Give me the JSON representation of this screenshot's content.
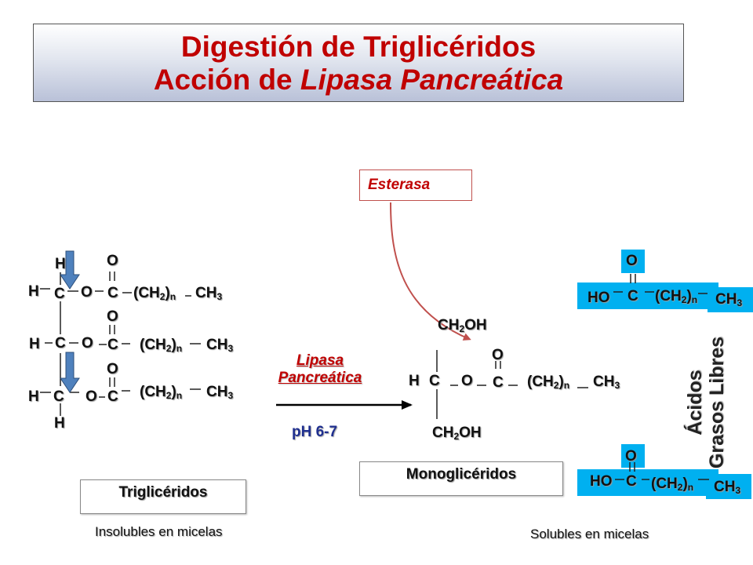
{
  "title": {
    "line1": "Digestión de Triglicéridos",
    "line2_plain": "Acción de ",
    "line2_italic": "Lipasa Pancreática"
  },
  "enzyme": {
    "name": "Esterasa"
  },
  "reaction": {
    "enzyme_line1": "Lipasa",
    "enzyme_line2": "Pancreática",
    "condition": "pH 6-7"
  },
  "triglyceride": {
    "H": "H",
    "C": "C",
    "O": "O",
    "chain": "(CH",
    "sub2": "2",
    "subn": "n",
    "ch3": "CH",
    "sub3": "3",
    "label": "Triglicéridos",
    "caption": "Insolubles en micelas"
  },
  "monoglyceride": {
    "ch2oh": "CH",
    "oh": "OH",
    "label": "Monoglicéridos"
  },
  "fatty_acids": {
    "HO": "HO",
    "label_line1": "Ácidos",
    "label_line2": "Grasos Libres",
    "caption": "Solubles en micelas"
  },
  "colors": {
    "title": "#c00000",
    "enzyme_box_border": "#c0504d",
    "enzyme_arrow": "#c0504d",
    "cleavage_arrow": "#4f81bd",
    "fatty_acid_highlight": "#00b0f0",
    "ph_text": "#1f2f8f"
  },
  "icons": {
    "cleavage_arrow": "down-arrow-icon",
    "reaction_arrow": "right-arrow-icon",
    "enzyme_pointer": "curved-arrow-icon"
  }
}
